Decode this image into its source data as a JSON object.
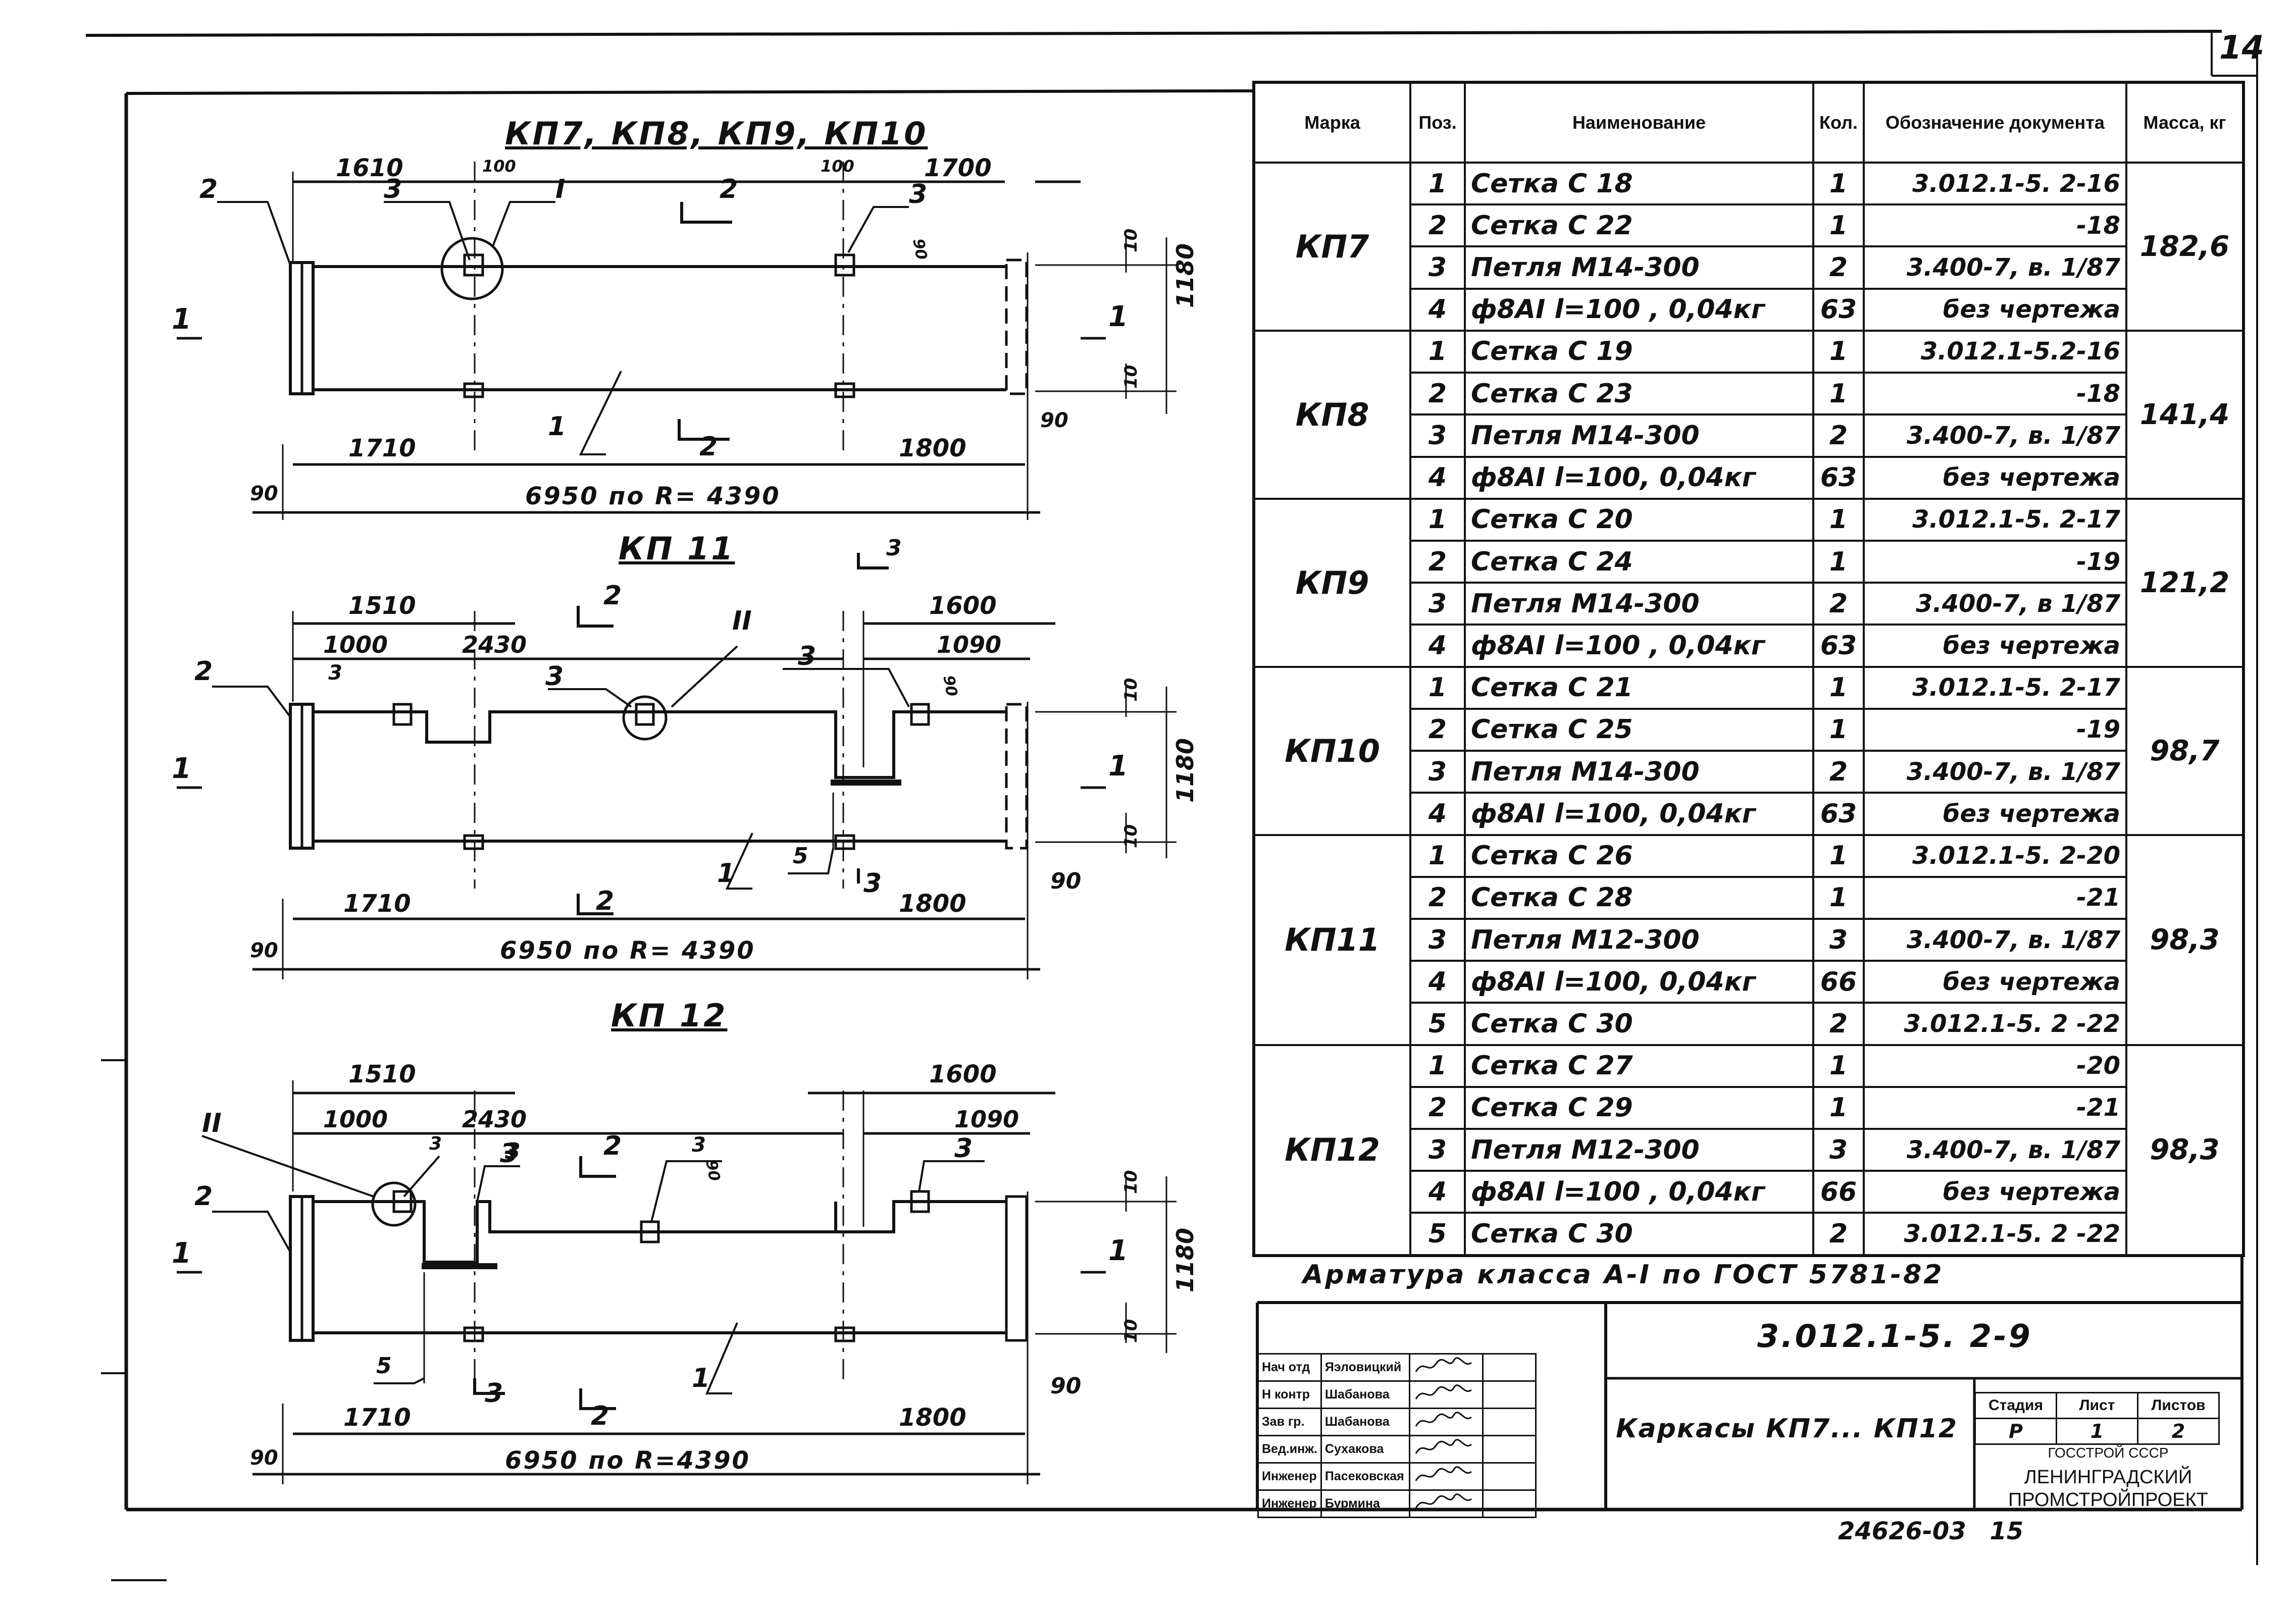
{
  "page": {
    "number": "14",
    "archive_number": "24626-03",
    "archive_sheet": "15"
  },
  "views": {
    "kp7_10": {
      "title": "КП7, КП8, КП9, КП10",
      "dims": [
        "1610",
        "100",
        "100",
        "1700",
        "1710",
        "1800",
        "6950 по R= 4390",
        "90",
        "90",
        "1180",
        "10",
        "10",
        "90"
      ],
      "callouts": [
        "2",
        "3",
        "I",
        "3",
        "1"
      ],
      "sections": [
        "1",
        "1",
        "2",
        "2"
      ]
    },
    "kp11": {
      "title": "КП 11",
      "dims": [
        "1510",
        "1000",
        "2430",
        "1600",
        "1090",
        "1710",
        "1800",
        "6950 по R= 4390",
        "90",
        "90",
        "1180",
        "10",
        "10",
        "90"
      ],
      "callouts": [
        "2",
        "3",
        "3",
        "II",
        "3",
        "1",
        "5"
      ],
      "sections": [
        "1",
        "1",
        "2",
        "2",
        "3",
        "3"
      ]
    },
    "kp12": {
      "title": "КП 12",
      "dims": [
        "1510",
        "1000",
        "2430",
        "1600",
        "1090",
        "1710",
        "1800",
        "6950 по R=4390",
        "90",
        "90",
        "1180",
        "10",
        "10",
        "90"
      ],
      "callouts": [
        "II",
        "2",
        "3",
        "3",
        "3",
        "3",
        "1",
        "5"
      ],
      "sections": [
        "1",
        "1",
        "2",
        "2",
        "3",
        "3"
      ]
    }
  },
  "spec_table": {
    "headers": [
      "Марка",
      "Поз.",
      "Наименование",
      "Кол.",
      "Обозначение документа",
      "Масса, кг"
    ],
    "groups": [
      {
        "mark": "КП7",
        "mass": "182,6",
        "rows": [
          {
            "pos": "1",
            "name": "Сетка   С 18",
            "qty": "1",
            "doc": "3.012.1-5. 2-16"
          },
          {
            "pos": "2",
            "name": "Сетка   С 22",
            "qty": "1",
            "doc": "-18"
          },
          {
            "pos": "3",
            "name": "Петля  М14-300",
            "qty": "2",
            "doc": "3.400-7,  в. 1/87"
          },
          {
            "pos": "4",
            "name": "ф8АI  l=100 , 0,04кг",
            "qty": "63",
            "doc": "без чертежа"
          }
        ]
      },
      {
        "mark": "КП8",
        "mass": "141,4",
        "rows": [
          {
            "pos": "1",
            "name": "Сетка   С 19",
            "qty": "1",
            "doc": "3.012.1-5.2-16"
          },
          {
            "pos": "2",
            "name": "Сетка   С 23",
            "qty": "1",
            "doc": "-18"
          },
          {
            "pos": "3",
            "name": "Петля  М14-300",
            "qty": "2",
            "doc": "3.400-7,  в. 1/87"
          },
          {
            "pos": "4",
            "name": "ф8АI  l=100, 0,04кг",
            "qty": "63",
            "doc": "без чертежа"
          }
        ]
      },
      {
        "mark": "КП9",
        "mass": "121,2",
        "rows": [
          {
            "pos": "1",
            "name": "Сетка  С 20",
            "qty": "1",
            "doc": "3.012.1-5. 2-17"
          },
          {
            "pos": "2",
            "name": "Сетка  С 24",
            "qty": "1",
            "doc": "-19"
          },
          {
            "pos": "3",
            "name": "Петля  М14-300",
            "qty": "2",
            "doc": "3.400-7,  в 1/87"
          },
          {
            "pos": "4",
            "name": "ф8АI  l=100 , 0,04кг",
            "qty": "63",
            "doc": "без чертежа"
          }
        ]
      },
      {
        "mark": "КП10",
        "mass": "98,7",
        "rows": [
          {
            "pos": "1",
            "name": "Сетка  С 21",
            "qty": "1",
            "doc": "3.012.1-5. 2-17"
          },
          {
            "pos": "2",
            "name": "Сетка  С 25",
            "qty": "1",
            "doc": "-19"
          },
          {
            "pos": "3",
            "name": "Петля  М14-300",
            "qty": "2",
            "doc": "3.400-7,  в. 1/87"
          },
          {
            "pos": "4",
            "name": "ф8АI  l=100, 0,04кг",
            "qty": "63",
            "doc": "без чертежа"
          }
        ]
      },
      {
        "mark": "КП11",
        "mass": "98,3",
        "rows": [
          {
            "pos": "1",
            "name": "Сетка С 26",
            "qty": "1",
            "doc": "3.012.1-5. 2-20"
          },
          {
            "pos": "2",
            "name": "Сетка С 28",
            "qty": "1",
            "doc": "-21"
          },
          {
            "pos": "3",
            "name": "Петля  М12-300",
            "qty": "3",
            "doc": "3.400-7,  в. 1/87"
          },
          {
            "pos": "4",
            "name": "ф8АI   l=100, 0,04кг",
            "qty": "66",
            "doc": "без чертежа"
          },
          {
            "pos": "5",
            "name": "Сетка   С 30",
            "qty": "2",
            "doc": "3.012.1-5. 2 -22"
          }
        ]
      },
      {
        "mark": "КП12",
        "mass": "98,3",
        "rows": [
          {
            "pos": "1",
            "name": "Сетка  С 27",
            "qty": "1",
            "doc": "-20"
          },
          {
            "pos": "2",
            "name": "Сетка  С 29",
            "qty": "1",
            "doc": "-21"
          },
          {
            "pos": "3",
            "name": "Петля  М12-300",
            "qty": "3",
            "doc": "3.400-7, в. 1/87"
          },
          {
            "pos": "4",
            "name": "ф8АI  l=100 , 0,04кг",
            "qty": "66",
            "doc": "без чертежа"
          },
          {
            "pos": "5",
            "name": "Сетка   С 30",
            "qty": "2",
            "doc": "3.012.1-5. 2 -22"
          }
        ]
      }
    ],
    "note": "Арматура   класса   А-I   по  ГОСТ 5781-82"
  },
  "title_block": {
    "code": "3.012.1-5. 2-9",
    "title": "Каркасы КП7... КП12",
    "people": [
      {
        "role": "Нач отд",
        "name": "Яэловицкий"
      },
      {
        "role": "Н контр",
        "name": "Шабанова"
      },
      {
        "role": "Зав гр.",
        "name": "Шабанова"
      },
      {
        "role": "Вед.инж.",
        "name": "Сухакова"
      },
      {
        "role": "Инженер",
        "name": "Пасековская"
      },
      {
        "role": "Инженер",
        "name": "Бурмина"
      }
    ],
    "stage_label": "Стадия",
    "sheet_label": "Лист",
    "sheets_label": "Листов",
    "stage": "Р",
    "sheet": "1",
    "sheets": "2",
    "org_line1": "ГОССТРОЙ СССР",
    "org_line2": "ЛЕНИНГРАДСКИЙ",
    "org_line3": "ПРОМСТРОЙПРОЕКТ"
  }
}
